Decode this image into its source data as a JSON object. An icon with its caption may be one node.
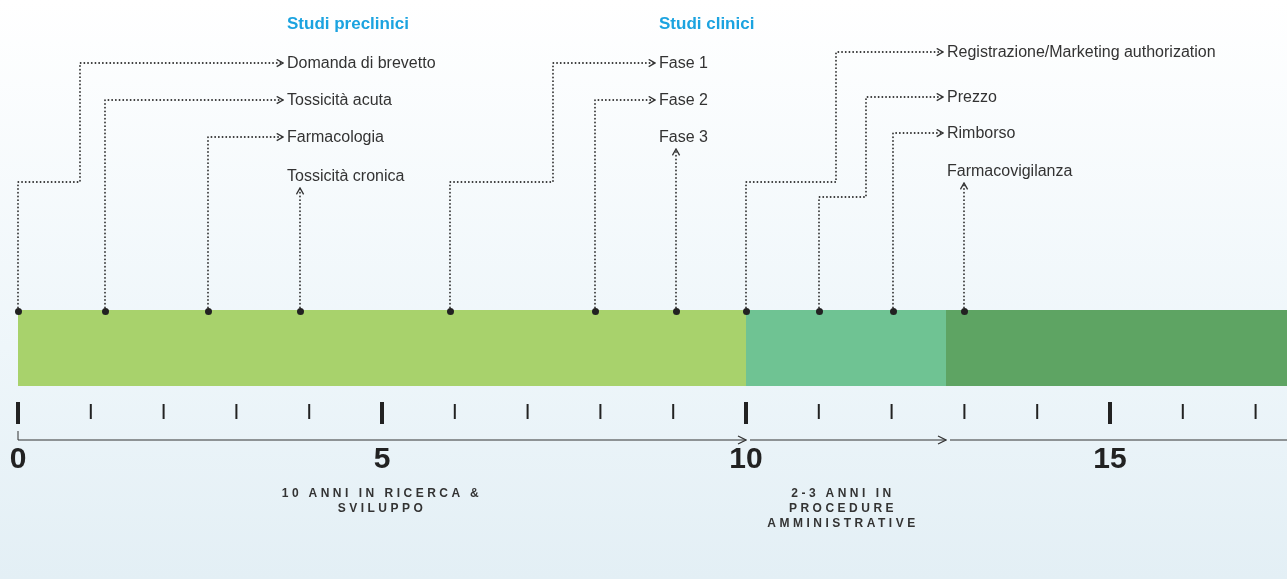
{
  "diagram": {
    "nodes": [
      {
        "text": [],
        "shape": "bar"
      },
      {
        "text": [],
        "shape": "bar"
      },
      {
        "text": [],
        "shape": "bar"
      },
      {
        "text": [],
        "shape": "circle"
      },
      {
        "text": [],
        "shape": "circle"
      },
      {
        "text": [],
        "shape": "circle"
      },
      {
        "text": [],
        "shape": "circle"
      },
      {
        "text": [],
        "shape": "circle"
      },
      {
        "text": [],
        "shape": "circle"
      },
      {
        "text": [],
        "shape": "circle"
      },
      {
        "text": [],
        "shape": "circle"
      },
      {
        "text": [],
        "shape": "circle"
      },
      {
        "text": [],
        "shape": "circle"
      },
      {
        "text": [],
        "shape": "circle"
      },
      {
        "text": [
          "Domanda di brevetto"
        ]
      },
      {
        "text": [
          "Tossicità acuta"
        ]
      },
      {
        "text": [
          "Farmacologia"
        ]
      },
      {
        "text": [
          "Tossicità cronica"
        ]
      },
      {
        "text": [
          "Fase 1"
        ]
      },
      {
        "text": [
          "Fase 2"
        ]
      },
      {
        "text": [
          "Fase 3"
        ]
      },
      {
        "text": [
          "Registrazione/Marketing authorization"
        ]
      },
      {
        "text": [
          "Prezzo"
        ]
      },
      {
        "text": [
          "Rimborso"
        ]
      },
      {
        "text": [
          "Farmacovigilanza"
        ]
      }
    ],
    "edges": [
      {
        "from": 3,
        "to": 14,
        "arrow": "to"
      },
      {
        "from": 4,
        "to": 15,
        "arrow": "to"
      },
      {
        "from": 5,
        "to": 16,
        "arrow": "to"
      },
      {
        "from": 6,
        "to": 17,
        "arrow": "to"
      },
      {
        "from": 7,
        "to": 18,
        "arrow": "to"
      },
      {
        "from": 8,
        "to": 19,
        "arrow": "to"
      },
      {
        "from": 9,
        "to": 20,
        "arrow": "to"
      },
      {
        "from": 10,
        "to": 21,
        "arrow": "to"
      },
      {
        "from": 11,
        "to": 22,
        "arrow": "to"
      },
      {
        "from": 12,
        "to": 23,
        "arrow": "to"
      },
      {
        "from": 13,
        "to": 24,
        "arrow": "to"
      }
    ],
    "labels": [
      "Studi preclinici",
      "Studi clinici",
      "0",
      "5",
      "10",
      "15",
      "10 ANNI IN RICERCA & SVILUPPO",
      "2-3 ANNI IN PROCEDURE AMMINISTRATIVE"
    ]
  }
}
